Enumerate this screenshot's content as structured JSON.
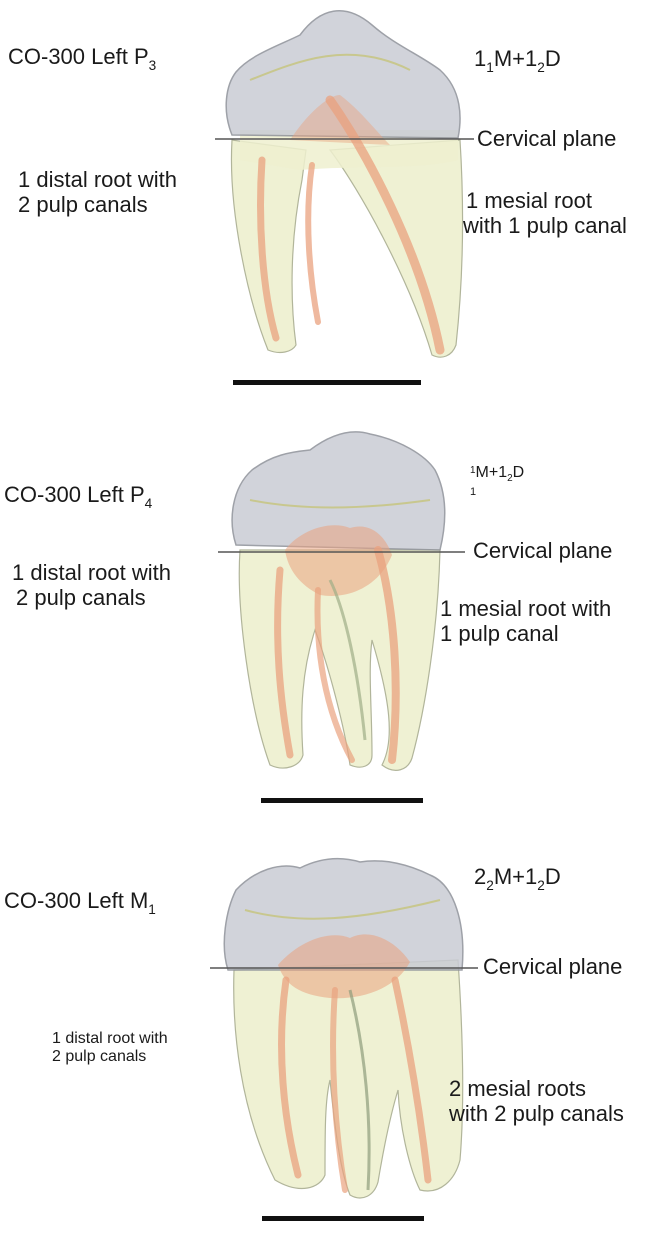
{
  "colors": {
    "background": "#ffffff",
    "enamel": "#c9ccd4",
    "root": "#eef0cf",
    "pulp": "#e9a27f",
    "line": "#555555",
    "scale_bar": "#111111"
  },
  "panels": [
    {
      "title_main": "CO-300 Left P",
      "title_sub": "3",
      "code": {
        "a_sub": "1",
        "a_letter": "M+",
        "b_sup": "",
        "b_sub": "2",
        "b_main": "1",
        "b_letter": "D",
        "style": "sub"
      },
      "cervical_label": "Cervical plane",
      "distal_label": [
        "1 distal root with",
        "2 pulp canals"
      ],
      "mesial_label": [
        "1 mesial root",
        "with 1 pulp canal"
      ]
    },
    {
      "title_main": "CO-300 Left P",
      "title_sub": "4",
      "code": {
        "sup1": "1",
        "sub1": "1",
        "letter1": "M+1",
        "sup2": "",
        "sub2": "2",
        "letter2": "D"
      },
      "cervical_label": "Cervical plane",
      "distal_label": [
        "1 distal root with",
        "2 pulp canals"
      ],
      "mesial_label": [
        "1 mesial root with",
        "1 pulp canal"
      ]
    },
    {
      "title_main": "CO-300 Left M",
      "title_sub": "1",
      "code": {
        "main1": "2",
        "sub1": "2",
        "letter1": "M+1",
        "sub2": "2",
        "letter2": "D"
      },
      "cervical_label": "Cervical plane",
      "distal_label": [
        "1 distal root with",
        "2 pulp canals"
      ],
      "mesial_label": [
        "2 mesial roots",
        "with 2 pulp canals"
      ]
    }
  ]
}
